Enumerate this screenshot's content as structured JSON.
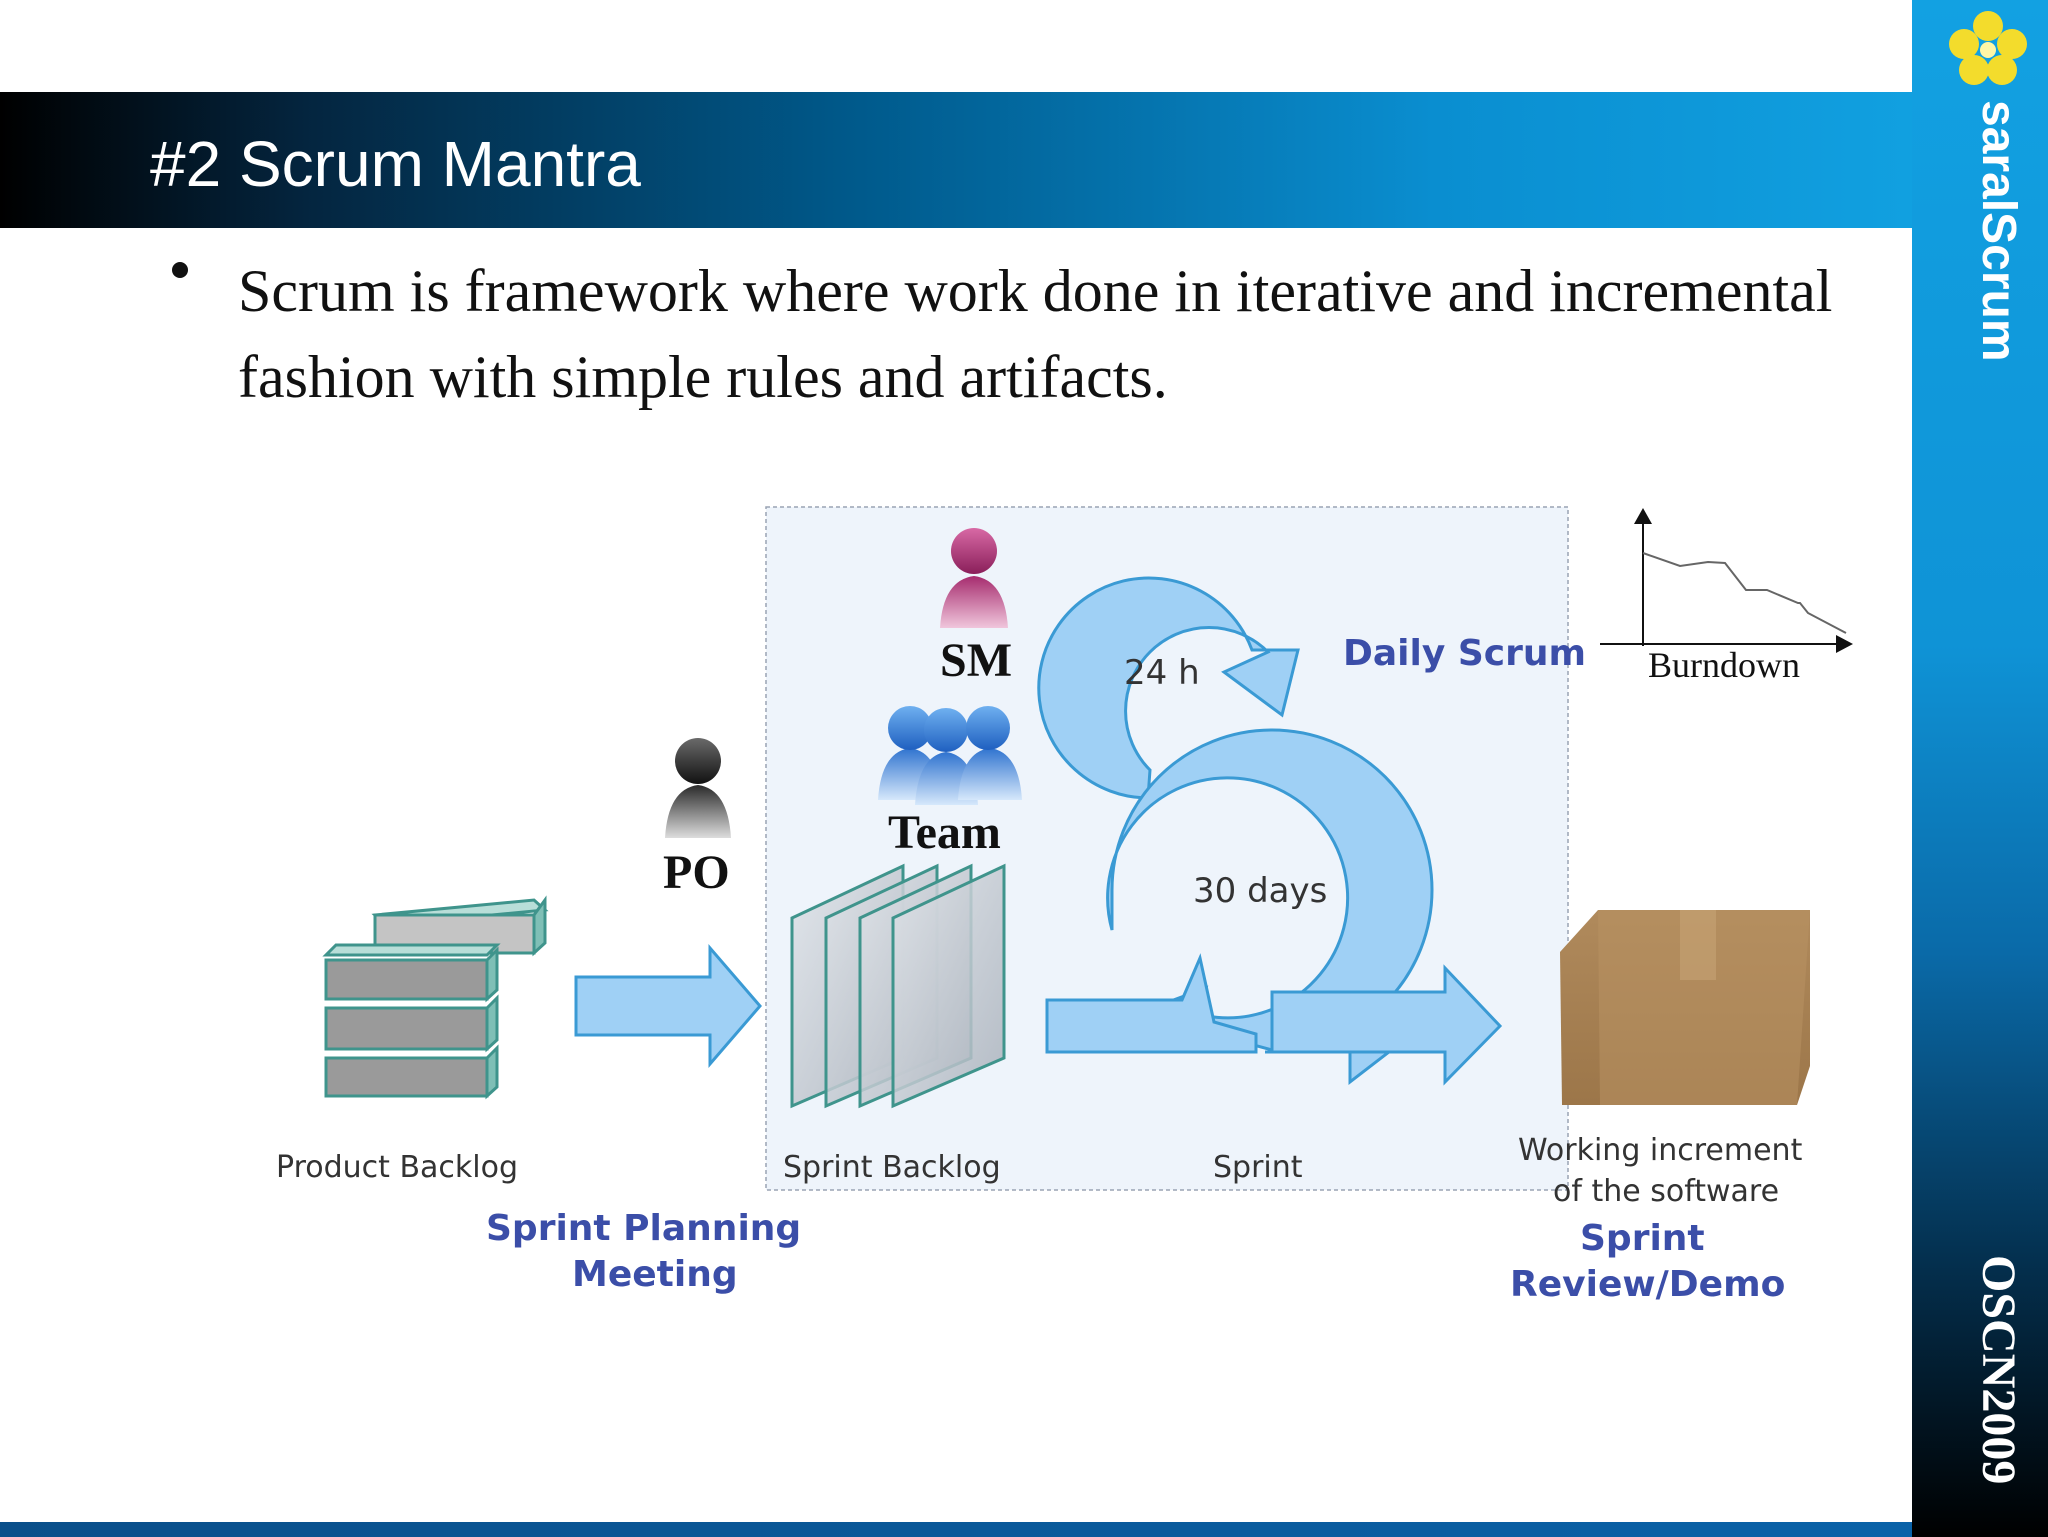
{
  "slide": {
    "title": "#2 Scrum Mantra",
    "brand": "saralScrum",
    "event": "OSCN2009",
    "bullet": "Scrum is framework where work done in iterative and incremental fashion with simple rules and artifacts."
  },
  "diagram": {
    "roles": {
      "sm": "SM",
      "team": "Team",
      "po": "PO"
    },
    "loops": {
      "daily_time": "24 h",
      "sprint_time": "30 days",
      "daily_label": "Daily Scrum"
    },
    "burndown_label": "Burndown",
    "captions": {
      "product_backlog": "Product Backlog",
      "sprint_backlog": "Sprint Backlog",
      "sprint": "Sprint",
      "working_increment_1": "Working increment",
      "working_increment_2": "of the software"
    },
    "meetings": {
      "planning_1": "Sprint Planning",
      "planning_2": "Meeting",
      "review_1": "Sprint",
      "review_2": "Review/Demo"
    }
  },
  "colors": {
    "accent_blue": "#3b4ea8",
    "arrow_fill": "#9fd0f5",
    "arrow_stroke": "#3a9ad4",
    "sm_icon": "#c0407e",
    "team_icon": "#3f88d8",
    "po_icon": "#2a2a2a"
  }
}
